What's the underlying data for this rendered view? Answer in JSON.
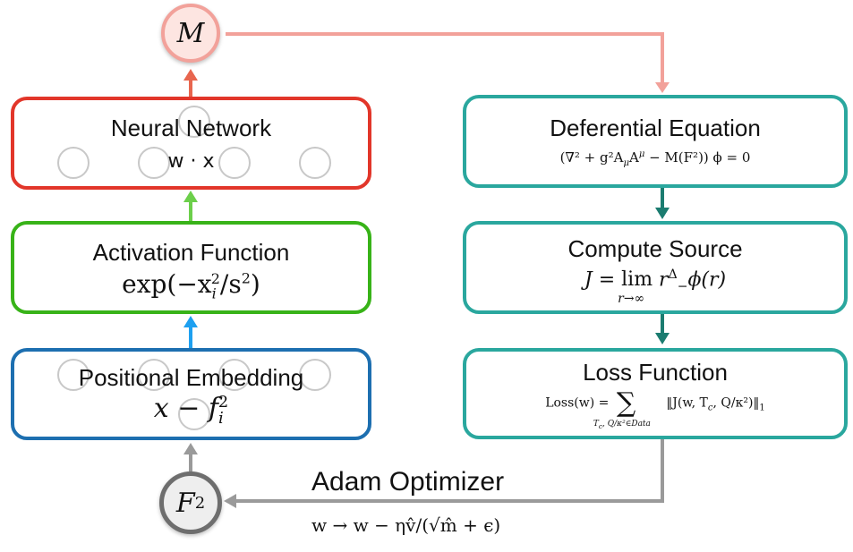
{
  "nodes": {
    "m": {
      "label": "M"
    },
    "f2": {
      "base": "F",
      "sup": "2"
    }
  },
  "left": {
    "neural": {
      "title": "Neural Network",
      "formula": "w · x"
    },
    "activation": {
      "title": "Activation Function",
      "formula": "exp(−x",
      "formula_sub": "i",
      "formula_sup": "2",
      "formula_tail": "/s",
      "formula_tail_sup": "2",
      "formula_close": ")"
    },
    "positional": {
      "title": "Positional Embedding",
      "formula": "x − f",
      "formula_sub": "i",
      "formula_sup": "2"
    }
  },
  "right": {
    "deferential": {
      "title": "Deferential Equation",
      "formula": "(∇² + g²A",
      "formula_sub": "μ",
      "formula_mid": "A",
      "formula_sup": "μ",
      "formula_tail": " − M(F²)) ϕ = 0"
    },
    "source": {
      "title": "Compute Source",
      "formula_head": "J = ",
      "lim": "lim",
      "lim_sub": "r→∞",
      "formula_tail": " r",
      "formula_sup": "Δ",
      "formula_sub2": "−",
      "formula_end": "ϕ(r)"
    },
    "loss": {
      "title": "Loss Function",
      "formula_head": "Loss(w) = ",
      "sum": "∑",
      "sum_sub": "T",
      "sum_sub2": "c",
      "sum_sub3": ", Q/κ²∈Data",
      "formula_tail": "‖J(w, T",
      "formula_tail_sub": "c",
      "formula_tail2": ", Q/κ²)‖",
      "formula_tail_sub2": "1"
    }
  },
  "optimizer": {
    "title": "Adam Optimizer",
    "formula": "w → w − ηv̂/(√m̂ + ϵ)"
  },
  "colors": {
    "red": "#e2362a",
    "green": "#38b318",
    "blue": "#1d6fb0",
    "teal": "#2aa79e",
    "pink": "#f2a19a",
    "gray": "#8c8c8c"
  }
}
